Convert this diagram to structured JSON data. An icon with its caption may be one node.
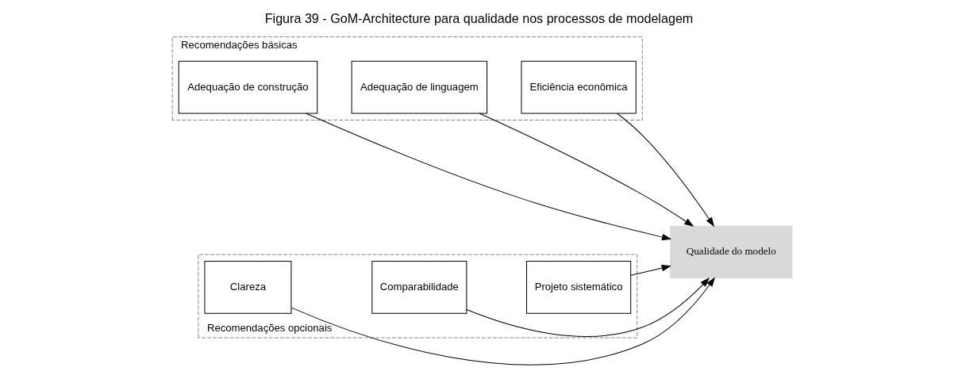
{
  "diagram": {
    "title": "Figura 39 - GoM-Architecture para qualidade nos processos de modelagem",
    "nodes": [
      {
        "text": [
          "Recomendações básicas"
        ]
      },
      {
        "text": [
          "Adequação de construção"
        ],
        "in": 0
      },
      {
        "text": [
          "Adequação de linguagem"
        ],
        "in": 0
      },
      {
        "text": [
          "Eficiência econômica"
        ],
        "in": 0
      },
      {
        "text": [
          "Recomendações opcionais"
        ]
      },
      {
        "text": [
          "Clareza"
        ],
        "in": 4
      },
      {
        "text": [
          "Comparabilidade"
        ],
        "in": 4
      },
      {
        "text": [
          "Projeto sistemático"
        ],
        "in": 4
      },
      {
        "text": [
          "Qualidade do modelo"
        ]
      }
    ],
    "edges": [
      {
        "from": 1,
        "to": 8,
        "arrow": "to"
      },
      {
        "from": 2,
        "to": 8,
        "arrow": "to"
      },
      {
        "from": 3,
        "to": 8,
        "arrow": "to"
      },
      {
        "from": 5,
        "to": 8,
        "arrow": "to"
      },
      {
        "from": 6,
        "to": 8,
        "arrow": "to"
      },
      {
        "from": 7,
        "to": 8,
        "arrow": "to"
      }
    ]
  }
}
